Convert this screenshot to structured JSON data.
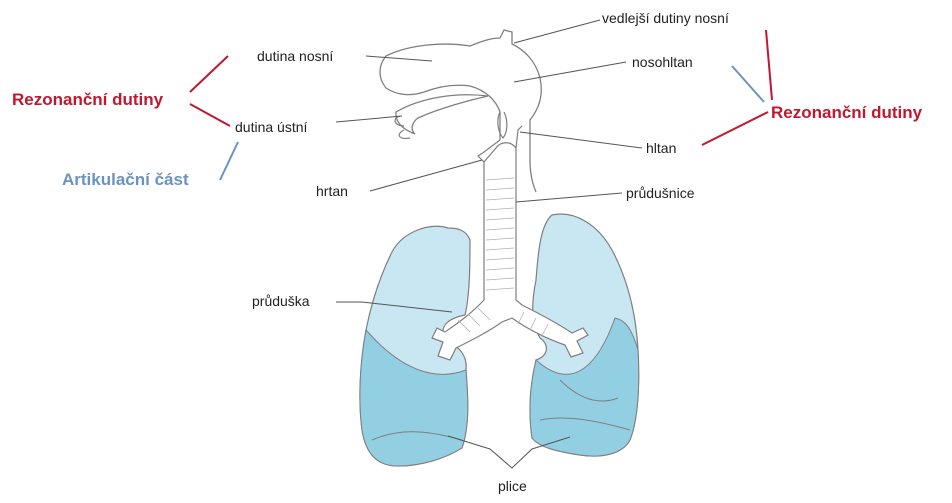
{
  "colors": {
    "resonance": "#c0182f",
    "articulation": "#6b93c2",
    "lung_light": "#c9e6f3",
    "lung_dark": "#93cfe3",
    "outline": "#7f7f7f",
    "leader": "#555555"
  },
  "labels": {
    "sinuses": "vedlejší dutiny nosní",
    "nasal_cavity": "dutina nosní",
    "nasopharynx": "nosohltan",
    "oral_cavity": "dutina ústní",
    "pharynx": "hltan",
    "larynx": "hrtan",
    "trachea": "průdušnice",
    "bronchus": "průduška",
    "lungs": "plice"
  },
  "annotations": {
    "resonance_left": "Rezonanční dutiny",
    "resonance_right": "Rezonanční dutiny",
    "articulation": "Artikulační část"
  }
}
